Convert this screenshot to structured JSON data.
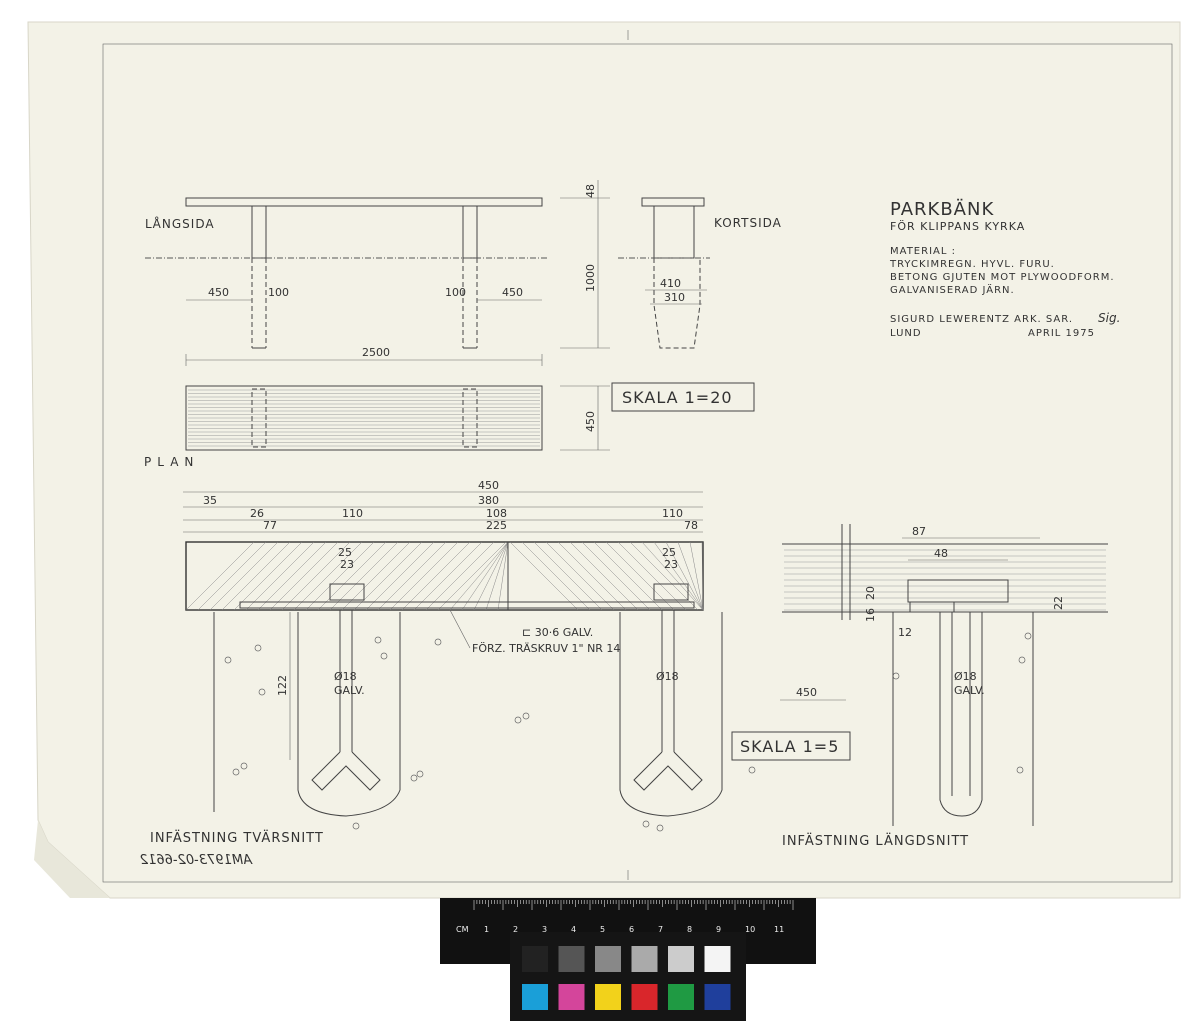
{
  "title": {
    "main": "PARKBÄNK",
    "sub": "FÖR KLIPPANS KYRKA"
  },
  "material": {
    "heading": "MATERIAL :",
    "lines": [
      "TRYCKIMREGN. HYVL. FURU.",
      "BETONG GJUTEN MOT PLYWOODFORM.",
      "GALVANISERAD JÄRN."
    ]
  },
  "author": {
    "name": "SIGURD LEWERENTZ ARK. SAR.",
    "city": "LUND",
    "date": "APRIL 1975",
    "signature": "Sig."
  },
  "views": {
    "langsida": "LÅNGSIDA",
    "kortsida": "KORTSIDA",
    "plan": "PLAN",
    "scale_top": "SKALA 1=20",
    "scale_bottom": "SKALA 1=5",
    "cross_section": "INFÄSTNING TVÄRSNITT",
    "long_section": "INFÄSTNING LÄNGDSNITT"
  },
  "dims_top": {
    "d48": "48",
    "d1000": "1000",
    "d450_left": "450",
    "d100_left": "100",
    "d100_right": "100",
    "d450_right": "450",
    "d2500": "2500",
    "d410": "410",
    "d310": "310",
    "d450_plan": "450"
  },
  "dims_bottom": {
    "d450": "450",
    "d380": "380",
    "d35": "35",
    "d26": "26",
    "d110_left": "110",
    "d108": "108",
    "d110_right": "110",
    "d77": "77",
    "d225": "225",
    "d78": "78",
    "d25_left": "25",
    "d23_left": "23",
    "d25_right": "25",
    "d23_right": "23",
    "galv_strip": "⊏ 30·6 GALV.",
    "screw": "FÖRZ. TRÄSKRUV 1\" NR 14",
    "rod_left": "Ø18",
    "rod_left_sub": "GALV.",
    "rod_right": "Ø18",
    "d122": "122",
    "d87": "87",
    "d48": "48",
    "d16": "16",
    "d20_small": "20",
    "d22": "22",
    "d12": "12",
    "d450_long": "450",
    "rod_long": "Ø18",
    "rod_long_sub": "GALV."
  },
  "archive_id": "AM1973-02-6612",
  "ruler": {
    "unit": "CM",
    "numbers": [
      "1",
      "2",
      "3",
      "4",
      "5",
      "6",
      "7",
      "8",
      "9",
      "10",
      "11"
    ]
  },
  "color_card": {
    "row1": [
      "#222222",
      "#555555",
      "#888888",
      "#aaaaaa",
      "#cccccc",
      "#f4f4f4"
    ],
    "row2": [
      "#1a9fd8",
      "#d4459b",
      "#f2d21b",
      "#d9262b",
      "#1f9a43",
      "#1f3f9c"
    ]
  }
}
